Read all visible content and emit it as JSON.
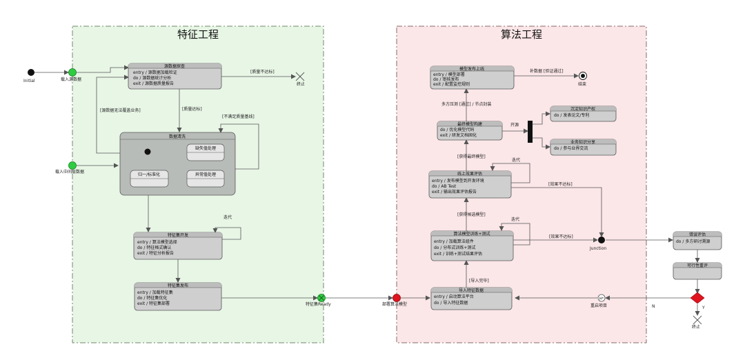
{
  "regions": {
    "feature": {
      "title": "特征工程"
    },
    "algorithm": {
      "title": "算法工程"
    }
  },
  "pseudo": {
    "initial": "Initial",
    "load_source": "载入源数据",
    "load_mid": "载入中间层数据",
    "terminate1": "终止",
    "ready": "特征集Ready",
    "deploy": "部署算法模型",
    "end": "结束",
    "junction": "Junction",
    "restart": "重启项目",
    "terminate2": "终止"
  },
  "states": {
    "source_check": {
      "title": "源数据探查",
      "lines": [
        "entry / 源数据加载检证",
        "do / 源数据统计分析",
        "exit / 源数据质量报告"
      ]
    },
    "clean": {
      "title": "数据清洗",
      "missing": "缺失值处理",
      "outlier": "异常值处理",
      "normalize": "归一/标准化"
    },
    "feat_dev": {
      "title": "特征集开发",
      "lines": [
        "entry / 算法模型选择",
        "do / 特征格式确认",
        "exit / 特征分析报告"
      ]
    },
    "feat_pub": {
      "title": "特征集发布",
      "lines": [
        "entry / 加载特征集",
        "do / 特征集优化",
        "exit / 特征集部署"
      ]
    },
    "model_release": {
      "title": "模型发布上线",
      "lines": [
        "entry / 模型部署",
        "do / 审核发布",
        "exit / 配置监控规则"
      ]
    },
    "final_build": {
      "title": "最终模型构建",
      "lines": [
        "do / 优化模型代码",
        "exit / 研发文档固化"
      ]
    },
    "ip": {
      "title": "沉淀知识产权",
      "lines": [
        "do / 发表论文/专利"
      ]
    },
    "biz_share": {
      "title": "业务知识分享",
      "lines": [
        "do / 参与业界交流"
      ]
    },
    "online_eval": {
      "title": "线上效果评估",
      "lines": [
        "entry / 发布模型到开发环境",
        "do / AB Test",
        "exit / 输出效果评估报告"
      ]
    },
    "train_test": {
      "title": "算法模型训练+测试",
      "lines": [
        "entry / 加载算法组件",
        "do / 分布式训练+测试",
        "exit / 训练+测试结果评估"
      ]
    },
    "import_feat": {
      "title": "导入特征数据",
      "lines": [
        "entry / 启动算法平台",
        "do / 导入特征数据"
      ]
    },
    "error_eval": {
      "title": "错误评估",
      "lines": [
        "do / 多方研讨溯源"
      ]
    },
    "feasibility": {
      "title": "可行性重评"
    }
  },
  "edge_labels": {
    "quality_fail": "[质量不达标]",
    "quality_pass": "[质量达标]",
    "cannot_cover": "[源数据无法覆盖业务]",
    "below_baseline": "[不满足质量基线]",
    "iterate1": "迭代",
    "iterate2": "迭代",
    "iterate3": "迭代",
    "external_data": "补数据 [验证通过]",
    "multi_pressure": "多方压测 [通过] / 节点封装",
    "get_final": "[获得最终模型]",
    "open_source": "开源",
    "effect_fail1": "[效果不达标]",
    "effect_fail2": "[效果不达标]",
    "get_candidate": "[获得候选模型]",
    "import_complete": "[导入完毕]",
    "n": "N",
    "y": "Y"
  },
  "colors": {
    "feature_bg": "#e8f6e6",
    "algorithm_bg": "#fbe6e8",
    "region_border": "#6f8a6a",
    "state_fill": "#cfcfcf",
    "state_header": "#bdbdbd",
    "clean_fill": "#b8bcb8",
    "inner_fill": "#e6e6e6",
    "green_node": "#2ecc40",
    "red_node": "#e0141e",
    "decision": "#e0141e",
    "stroke": "#555555"
  }
}
